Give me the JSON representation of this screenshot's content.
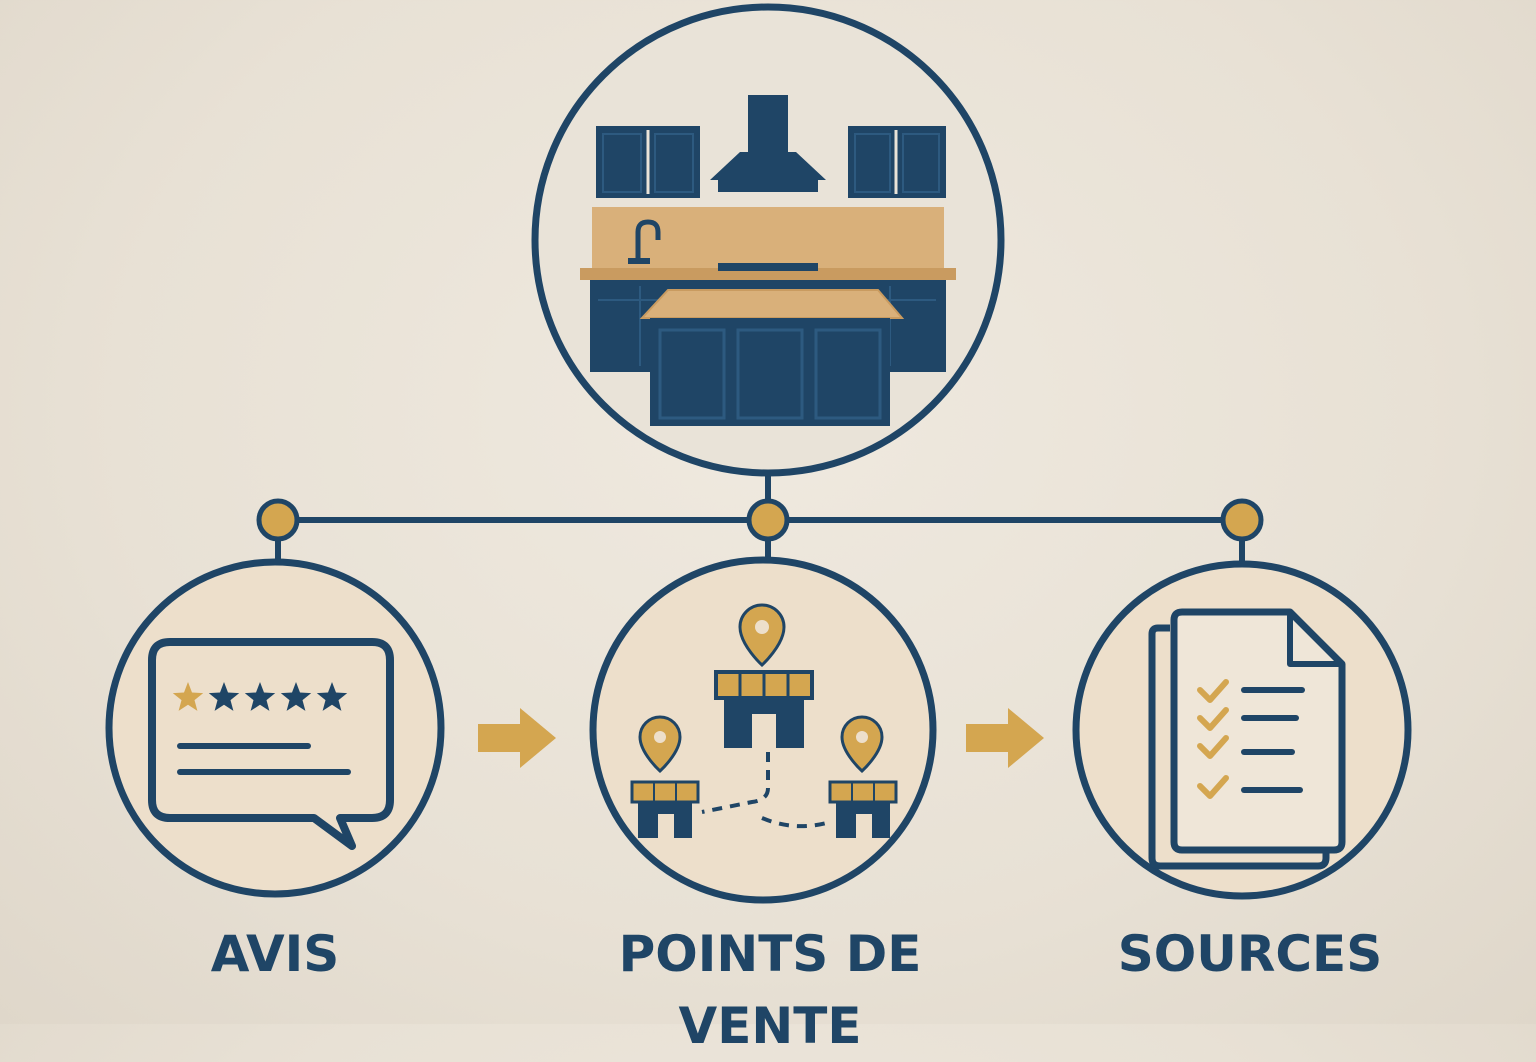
{
  "nodes": {
    "top": {
      "icon": "kitchen-icon"
    },
    "left": {
      "label": "AVIS",
      "icon": "review-speech-bubble-icon",
      "rating_filled": 1,
      "rating_total": 5
    },
    "middle": {
      "label": "POINTS DE VENTE",
      "icon": "store-locations-icon"
    },
    "right": {
      "label": "SOURCES",
      "icon": "document-checklist-icon"
    }
  },
  "colors": {
    "navy": "#1f4566",
    "gold": "#d4a650",
    "fill": "#eddfcb",
    "background": "#e9e3d8"
  }
}
